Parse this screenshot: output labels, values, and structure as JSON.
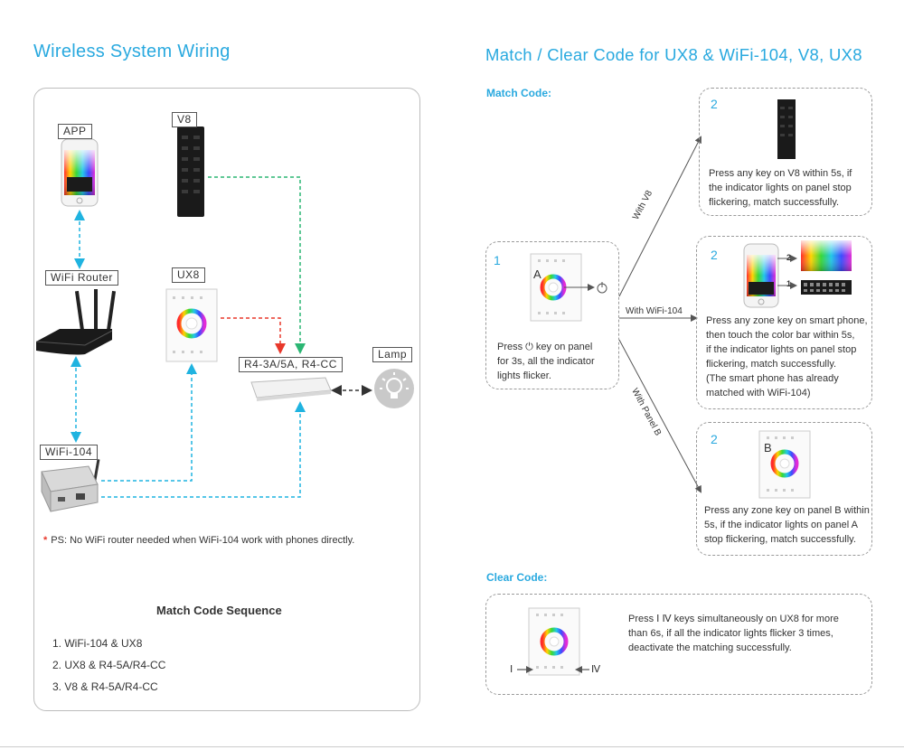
{
  "left": {
    "title": "Wireless System Wiring",
    "labels": {
      "app": "APP",
      "v8": "V8",
      "router": "WiFi Router",
      "ux8": "UX8",
      "receiver": "R4-3A/5A, R4-CC",
      "lamp": "Lamp",
      "wifi104": "WiFi-104"
    },
    "ps_star": "*",
    "ps_note": "PS: No WiFi  router needed when WiFi-104 work with phones directly.",
    "sequence_title": "Match Code Sequence",
    "sequence": [
      "1. WiFi-104 & UX8",
      "2. UX8 & R4-5A/R4-CC",
      "3. V8 & R4-5A/R4-CC"
    ]
  },
  "right": {
    "title": "Match / Clear Code for UX8 & WiFi-104, V8, UX8",
    "match_code_label": "Match Code:",
    "clear_code_label": "Clear Code:",
    "step1": {
      "num": "1",
      "panel_letter": "A",
      "text_lines": [
        "Press ⏻  key on panel",
        "for 3s, all the indicator",
        "lights flicker."
      ]
    },
    "routes": [
      "With V8",
      "With WiFi-104",
      "With Panel B"
    ],
    "step_v8": {
      "num": "2",
      "text_lines": [
        "Press any key on V8 within 5s, if",
        "the indicator lights on panel stop",
        "flickering, match successfully."
      ]
    },
    "step_wifi": {
      "num": "2",
      "badge_top": "2",
      "badge_bottom": "1",
      "text_lines": [
        "Press any zone key on smart phone,",
        "then touch the color bar within 5s,",
        "if the indicator lights on panel stop",
        "flickering, match successfully.",
        "(The smart phone has already",
        "matched with WiFi-104)"
      ]
    },
    "step_panel_b": {
      "num": "2",
      "panel_letter": "B",
      "text_lines": [
        "Press any zone key on panel B within",
        "5s, if the indicator lights on panel A",
        "stop flickering, match successfully."
      ]
    },
    "clear": {
      "left_mark": "Ⅰ",
      "right_mark": "Ⅳ",
      "text_lines": [
        "Press Ⅰ Ⅳ keys simultaneously on UX8 for more",
        "than 6s, if all the indicator lights flicker 3 times,",
        "deactivate the matching successfully."
      ]
    }
  },
  "colors": {
    "accent": "#29a9df",
    "wire_cyan": "#1fb3e0",
    "wire_green": "#2bb673",
    "wire_red": "#e8382b",
    "dark_device": "#1a1a1a"
  }
}
